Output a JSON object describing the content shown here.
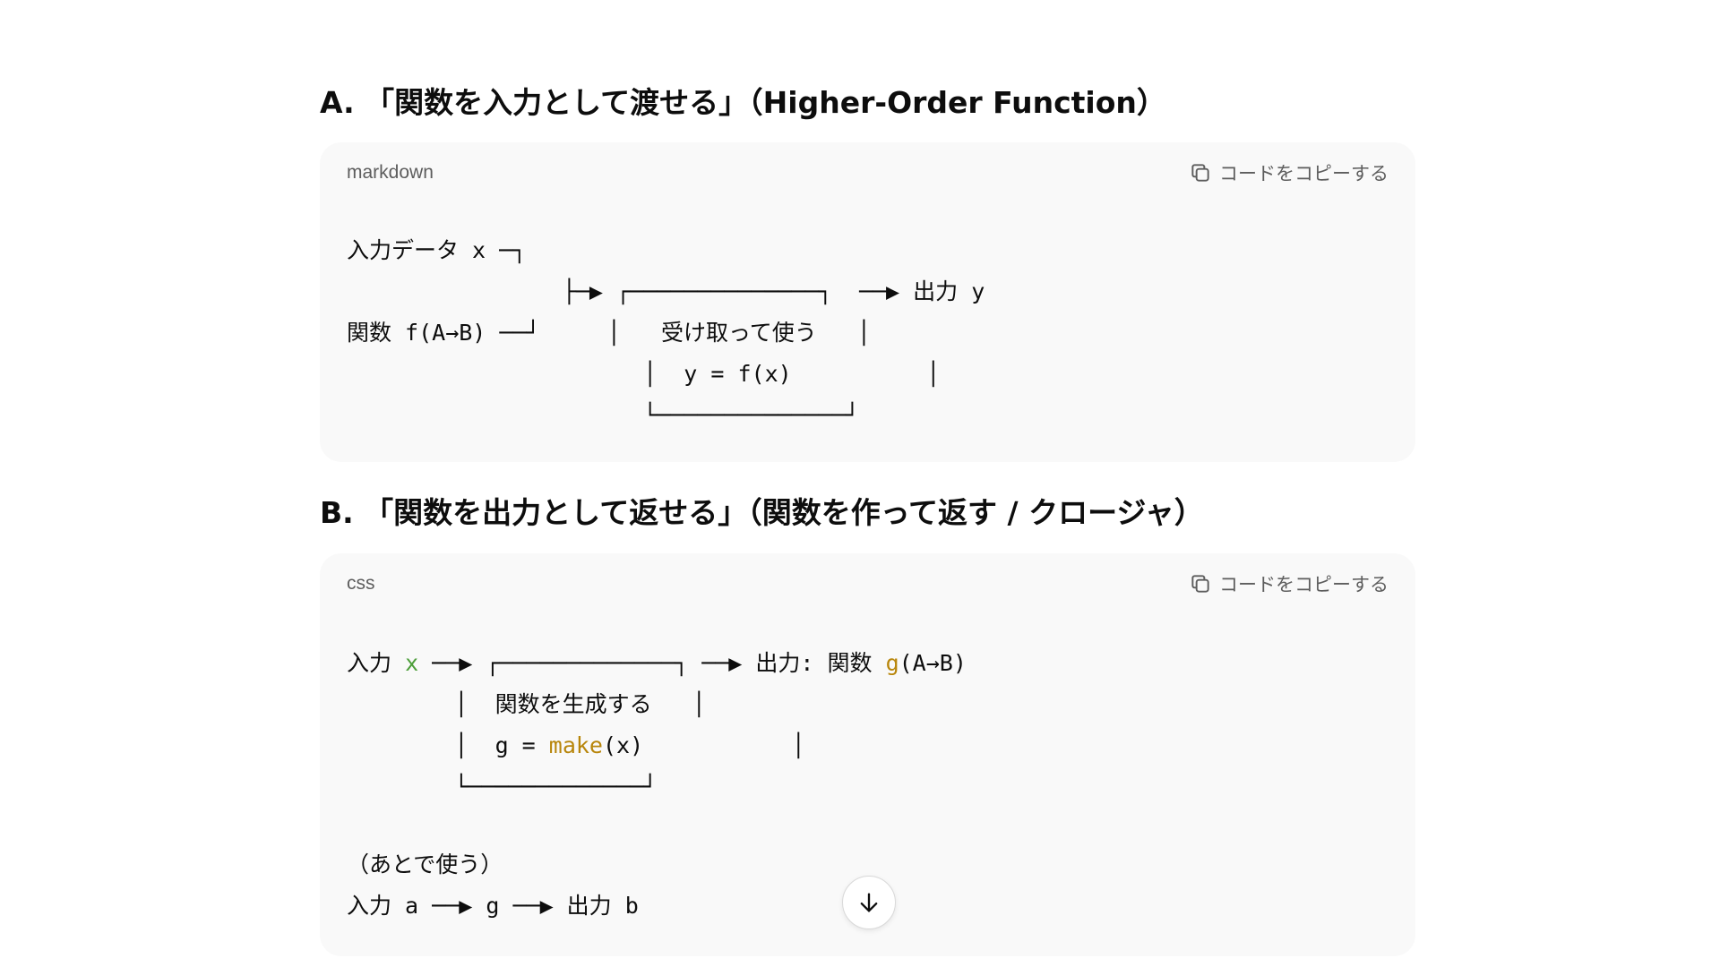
{
  "section_a": {
    "title": "A. 「関数を入力として渡せる」（Higher-Order Function）",
    "lang": "markdown",
    "copy_label": "コードをコピーする",
    "lines": [
      "入力データ x ─┐",
      "                ├─▶ ┌──────────────┐  ──▶ 出力 y",
      "関数 f(A→B) ──┘     │   受け取って使う   │",
      "                      │  y = f(x)          │",
      "                      └──────────────┘"
    ]
  },
  "section_b": {
    "title": "B. 「関数を出力として返せる」（関数を作って返す / クロージャ）",
    "lang": "css",
    "copy_label": "コードをコピーする",
    "l1_pre": "入力 ",
    "l1_x": "x",
    "l1_mid": " ──▶ ┌─────────────┐ ──▶ 出力: 関数 ",
    "l1_g": "g",
    "l1_post": "(A→B)",
    "l2": "        │  関数を生成する   │",
    "l3_pre": "        │  g = ",
    "l3_make": "make",
    "l3_post": "(x)           │",
    "l4": "        └─────────────┘",
    "later_lines": [
      "（あとで使う）",
      "入力 a ──▶ g ──▶ 出力 b"
    ]
  },
  "colors": {
    "block_bg": "#f9f9f9",
    "var_green": "#4d9e3a",
    "func_gold": "#b8860b"
  },
  "icons": {
    "copy": "copy-icon",
    "scroll": "arrow-down-icon"
  }
}
